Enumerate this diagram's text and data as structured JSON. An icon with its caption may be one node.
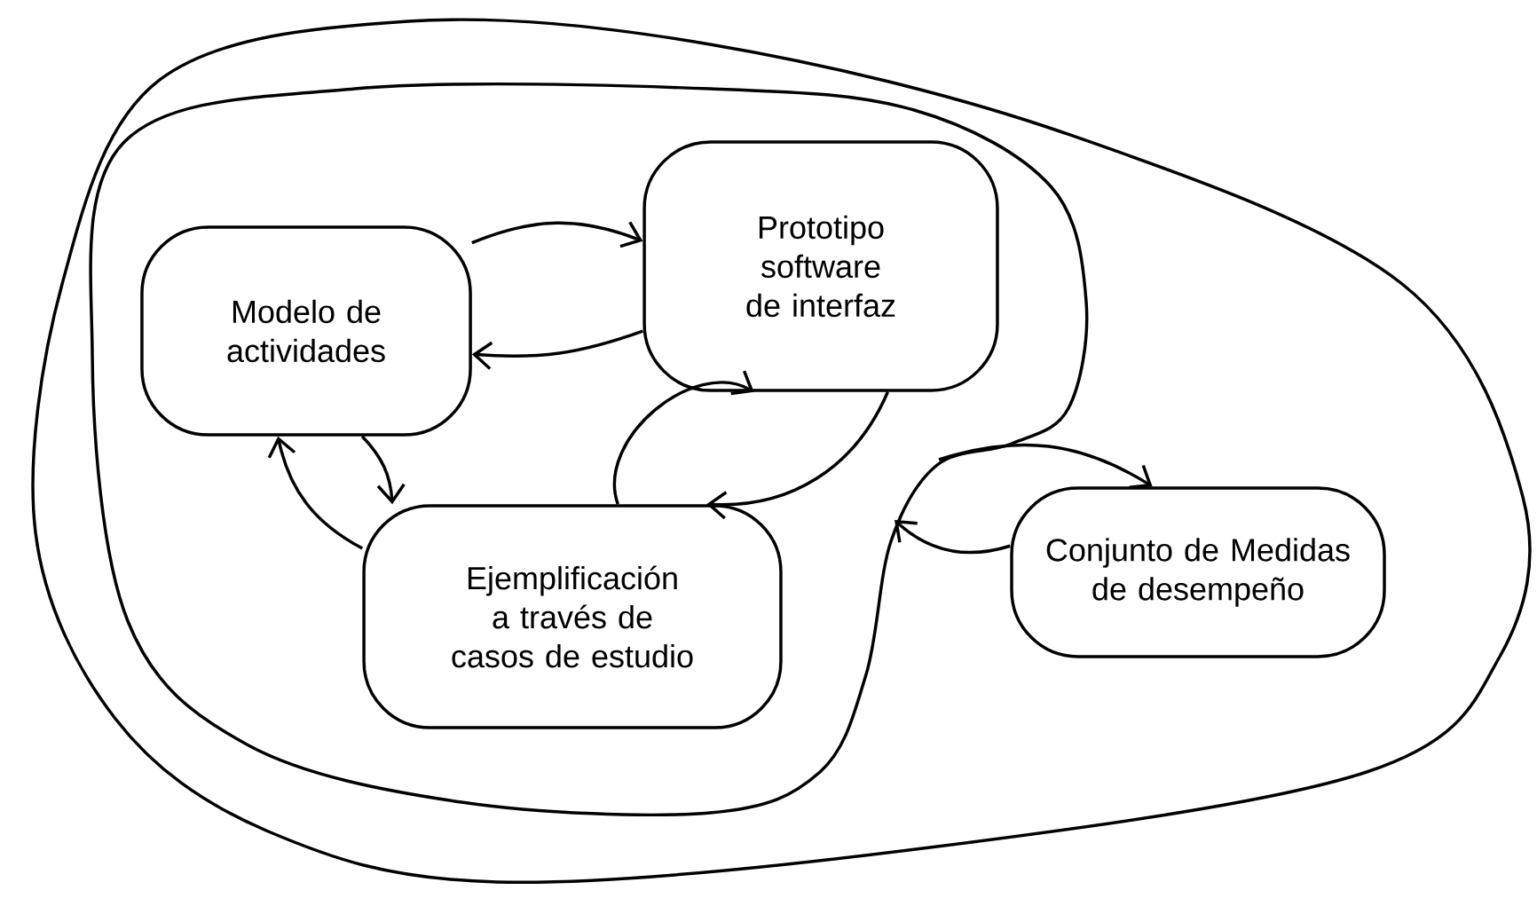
{
  "diagram": {
    "nodes": [
      {
        "text": [],
        "shape": "cloud"
      },
      {
        "text": [],
        "shape": "cloud",
        "in": 0
      },
      {
        "text": [
          "Modelo de actividades"
        ],
        "in": 1
      },
      {
        "text": [
          "Prototipo software de interfaz"
        ],
        "in": 1
      },
      {
        "text": [
          "Ejemplificación a través de casos de estudio"
        ],
        "in": 1
      },
      {
        "text": [
          "Conjunto de Medidas de desempeño"
        ],
        "in": 0
      }
    ],
    "edges": [
      {
        "from": 2,
        "to": 3,
        "arrow": "to"
      },
      {
        "from": 3,
        "to": 2,
        "arrow": "to"
      },
      {
        "from": 2,
        "to": 4,
        "arrow": "to"
      },
      {
        "from": 4,
        "to": 2,
        "arrow": "to"
      },
      {
        "from": 4,
        "to": 3,
        "arrow": "to"
      },
      {
        "from": 3,
        "to": 4,
        "arrow": "to"
      },
      {
        "from": 1,
        "to": 5,
        "arrow": "to"
      },
      {
        "from": 5,
        "to": 1,
        "arrow": "to"
      }
    ]
  }
}
